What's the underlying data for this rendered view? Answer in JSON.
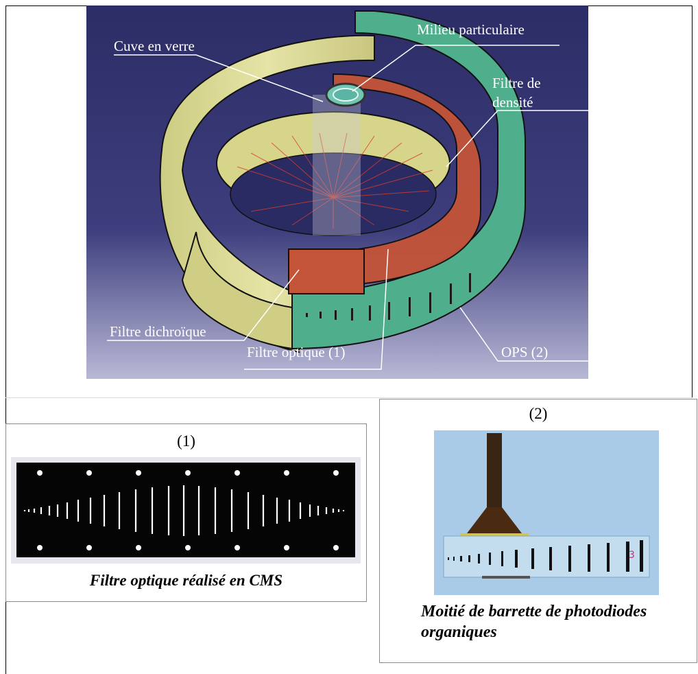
{
  "diagram": {
    "labels": {
      "cuve": "Cuve en verre",
      "milieu": "Milieu particulaire",
      "filtre_densite_1": "Filtre de",
      "filtre_densite_2": "densité",
      "filtre_dichroique": "Filtre dichroïque",
      "filtre_optique": "Filtre optique (1)",
      "ops": "OPS (2)"
    },
    "colors": {
      "background_top": "#2c2c66",
      "background_bottom": "#b8b8d6",
      "yellow_band": "#dbd98e",
      "red_filter": "#c45438",
      "green_band": "#4fae8c"
    }
  },
  "panel1": {
    "number": "(1)",
    "caption": "Filtre optique réalisé en CMS"
  },
  "panel2": {
    "number": "(2)",
    "caption_line1": "Moitié de barrette de photodiodes",
    "caption_line2": "organiques",
    "handwritten_mark": "3"
  }
}
